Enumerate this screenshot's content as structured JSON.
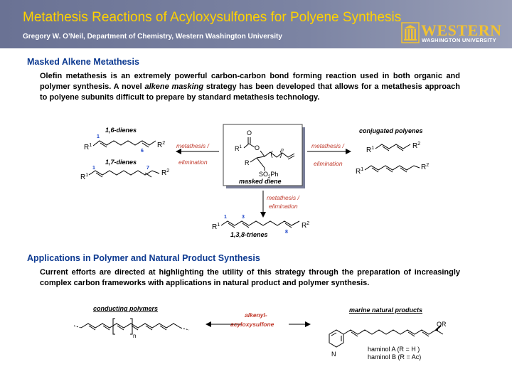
{
  "header": {
    "title": "Metathesis Reactions of Acyloxysulfones for Polyene Synthesis",
    "subtitle": "Gregory W. O’Neil, Department of Chemistry, Western Washington University",
    "logo_word": "WESTERN",
    "logo_sub": "WASHINGTON UNIVERSITY"
  },
  "section1": {
    "heading": "Masked Alkene Metathesis",
    "paragraph_a": "Olefin metathesis is an extremely powerful carbon-carbon bond forming reaction used in both organic and polymer synthesis. A novel ",
    "paragraph_em": "alkene masking",
    "paragraph_b": " strategy has been developed that allows for a metathesis approach to polyene subunits difficult to prepare by standard metathesis technology."
  },
  "scheme1": {
    "dienes16": "1,6-dienes",
    "dienes17": "1,7-dienes",
    "conjugated": "conjugated polyenes",
    "trienes": "1,3,8-trienes",
    "masked": "masked diene",
    "metathesis": "metathesis /",
    "elimination": "elimination",
    "num1": "1",
    "num3": "3",
    "num6": "6",
    "num7": "7",
    "num8": "8",
    "num_n": "n",
    "atom_O": "O",
    "atom_R": "R",
    "atom_R1": "R",
    "sup1": "1",
    "atom_R2": "R",
    "sup2": "2",
    "so2ph_a": "SO",
    "so2ph_sub": "2",
    "so2ph_b": "Ph"
  },
  "section2": {
    "heading": "Applications in Polymer and Natural Product Synthesis",
    "paragraph": "Current efforts are directed at highlighting the utility of this strategy through the preparation of increasingly complex carbon frameworks with applications in natural product and polymer synthesis."
  },
  "scheme2": {
    "polymers": "conducting polymers",
    "alkenyl": "alkenyl-",
    "acyloxy": "acyloxysulfone",
    "marine": "marine natural products",
    "or_label": "OR",
    "n_label": "n",
    "N_label": "N",
    "haminol_a": "haminol A (R = H )",
    "haminol_b": "haminol B (R = Ac)"
  },
  "colors": {
    "header_bg": "#6a7294",
    "title": "#ffd200",
    "heading_blue": "#0d3a91",
    "arrow_red": "#c0392b",
    "number_blue": "#1d45c8",
    "logo_gold": "#f1c232"
  },
  "icons": {
    "logo": "university-building-icon"
  }
}
